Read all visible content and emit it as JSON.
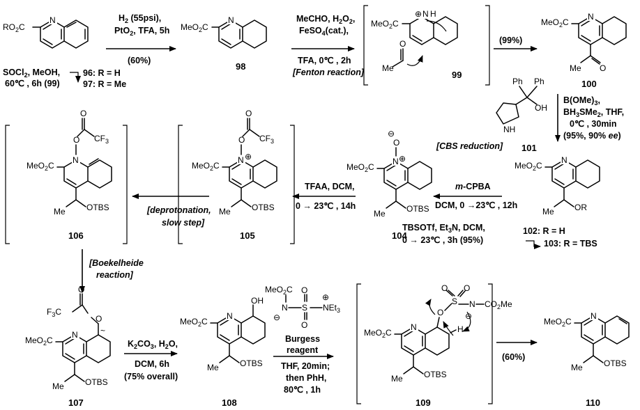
{
  "diagram_title": "Synthesis scheme",
  "compounds": {
    "c96": {
      "id": "96: R = H",
      "sub": "RO2C"
    },
    "c97": {
      "id": "97: R = Me"
    },
    "c98": {
      "id": "98"
    },
    "c99": {
      "id": "99"
    },
    "c100": {
      "id": "100"
    },
    "c101": {
      "id": "101",
      "labels": [
        "Ph",
        "Ph",
        "OH",
        "NH"
      ]
    },
    "c102": {
      "id": "102: R = H"
    },
    "c103": {
      "id": "103: R = TBS"
    },
    "c104": {
      "id": "104"
    },
    "c105": {
      "id": "105"
    },
    "c106": {
      "id": "106"
    },
    "c107": {
      "id": "107"
    },
    "c108": {
      "id": "108"
    },
    "c109": {
      "id": "109"
    },
    "c110": {
      "id": "110"
    }
  },
  "steps": {
    "s1": {
      "above1": "H2 (55psi),",
      "above2": "PtO2, TFA, 5h",
      "below": "(60%)"
    },
    "s0": {
      "line1": "SOCl2, MeOH,",
      "line2": "60℃ , 6h (99)"
    },
    "s2": {
      "l1": "MeCHO, H2O2,",
      "l2": "FeSO4(cat.),",
      "l3": "TFA, 0℃ , 2h",
      "l4": "[Fenton reaction]"
    },
    "s3": {
      "label": "(99%)"
    },
    "s4": {
      "l1": "B(OMe)3,",
      "l2": "BH3SMe2, THF,",
      "l3": "0℃ , 30min",
      "l4": "(95%, 90% ee)",
      "cbs": "[CBS reduction]"
    },
    "s5": {
      "l1": "m-CPBA",
      "l2": "DCM, 0 →23℃ , 12h"
    },
    "s6": {
      "l1": "TBSOTf, Et3N, DCM,",
      "l2": "0 → 23℃ , 3h (95%)"
    },
    "s7": {
      "l1": "TFAA, DCM,",
      "l2": "0 → 23℃ , 14h"
    },
    "s8": {
      "l1": "[deprotonation,",
      "l2": "slow step]"
    },
    "s9": {
      "l1": "[Boekelheide",
      "l2": "reaction]"
    },
    "s10": {
      "l1": "K2CO3, H2O,",
      "l2": "DCM, 6h",
      "l3": "(75% overall)"
    },
    "s11": {
      "l1": "Burgess",
      "l2": "reagent",
      "l3": "THF, 20min;",
      "l4": "then PhH,",
      "l5": "80℃ , 1h"
    },
    "s12": {
      "label": "(60%)"
    }
  },
  "atoms": {
    "meo2c": "MeO2C",
    "n": "N",
    "nplus": "N",
    "me": "Me",
    "otbs": "OTBS",
    "or": "OR",
    "oh": "OH",
    "o": "O",
    "f3c": "F3C",
    "cf3": "CF3",
    "s": "S",
    "co2me": "CO2Me",
    "net3": "NEt3",
    "h": "H",
    "plus": "⊕",
    "minus": "⊖"
  }
}
